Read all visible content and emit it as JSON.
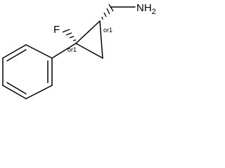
{
  "molecule": {
    "atoms": {
      "fluorine": "F",
      "amine": "NH",
      "amine_subscript": "2"
    },
    "stereo_descriptors": {
      "c1": "or1",
      "c2": "or1"
    }
  },
  "colors": {
    "bond": "#000000",
    "text": "#000000",
    "background": "#ffffff"
  }
}
